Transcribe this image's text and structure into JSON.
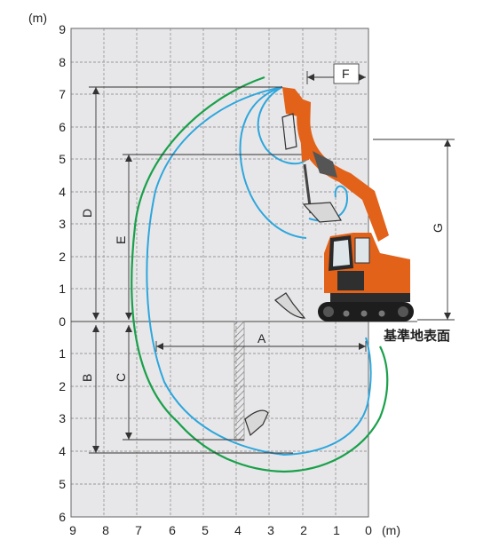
{
  "units": {
    "y_unit": "(m)",
    "x_unit": "(m)"
  },
  "axes": {
    "y_height_ticks": [
      "9",
      "8",
      "7",
      "6",
      "5",
      "4",
      "3",
      "2",
      "1",
      "0"
    ],
    "y_depth_ticks": [
      "1",
      "2",
      "3",
      "4",
      "5",
      "6"
    ],
    "x_ticks": [
      "9",
      "8",
      "7",
      "6",
      "5",
      "4",
      "3",
      "2",
      "1",
      "0"
    ]
  },
  "dimensions": {
    "a": "A",
    "b": "B",
    "c": "C",
    "d": "D",
    "e": "E",
    "f": "F",
    "g": "G"
  },
  "ground_label": "基準地表面",
  "colors": {
    "background": "#e7e7e9",
    "grid": "#9a9a9a",
    "envelope_outer": "#1aa04b",
    "envelope_inner": "#2ea6dc",
    "machine_body": "#e2621a",
    "track": "#1d1d1d"
  }
}
